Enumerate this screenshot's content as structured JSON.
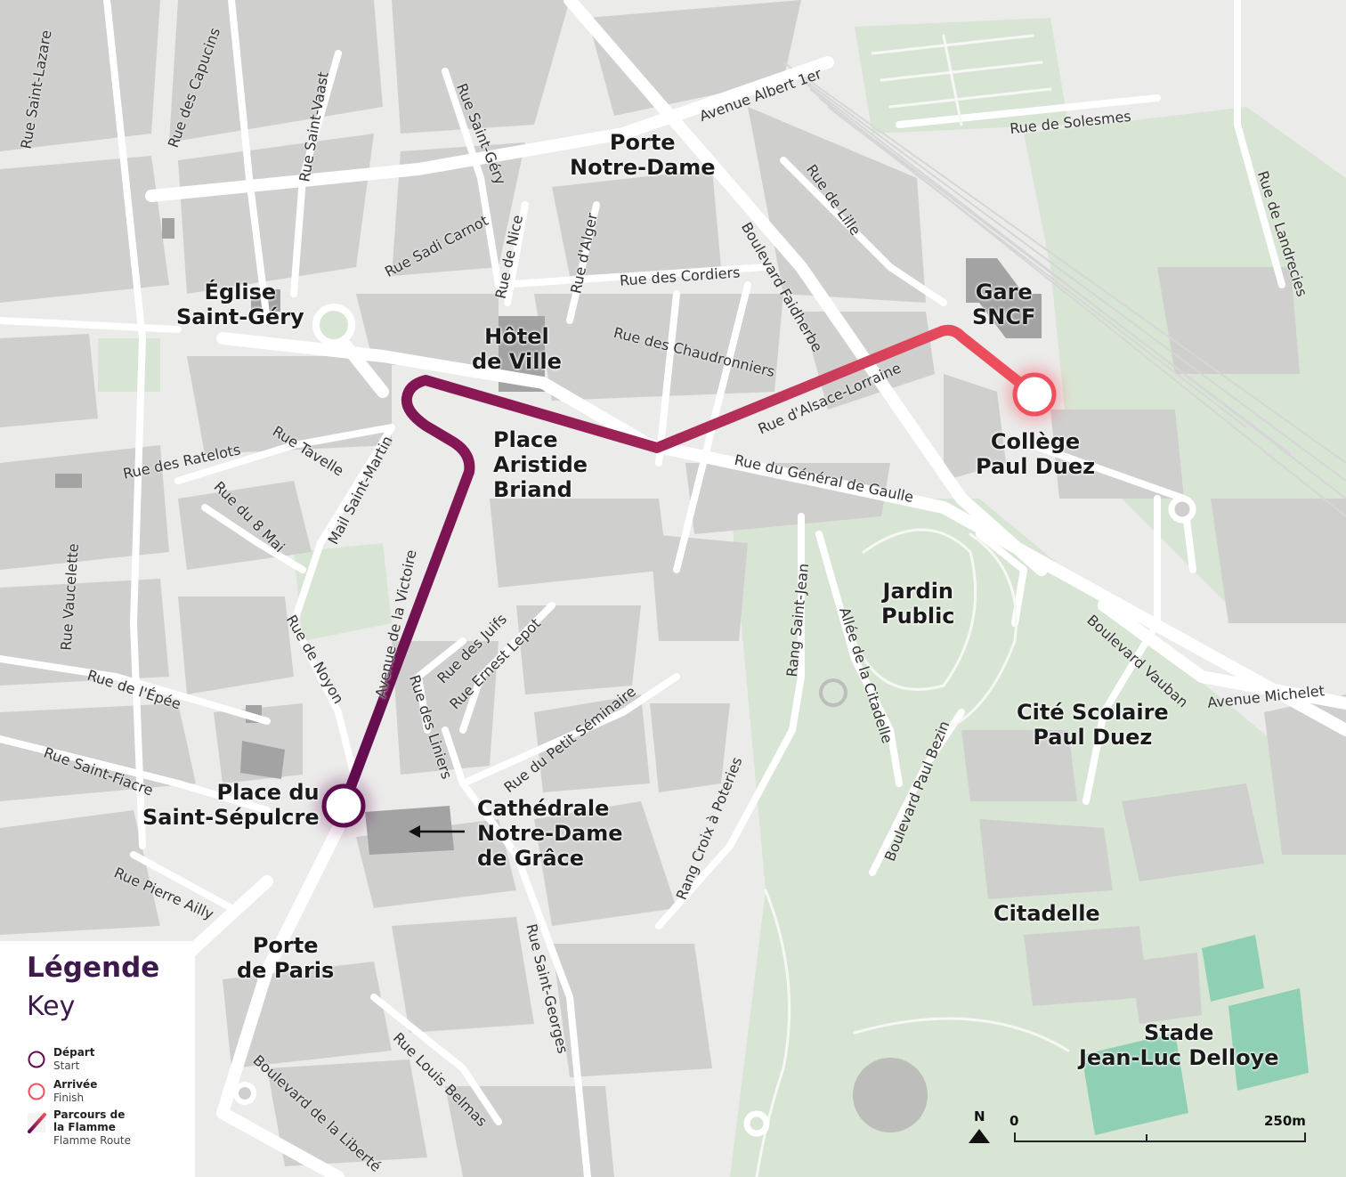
{
  "map": {
    "places": {
      "porte_notre_dame": [
        "Porte",
        "Notre-Dame"
      ],
      "eglise_saint_gery": [
        "Église",
        "Saint-Géry"
      ],
      "hotel_de_ville": [
        "Hôtel",
        "de Ville"
      ],
      "gare_sncf": [
        "Gare",
        "SNCF"
      ],
      "college_paul_duez": [
        "Collège",
        "Paul Duez"
      ],
      "place_aristide_briand": [
        "Place",
        "Aristide",
        "Briand"
      ],
      "jardin_public": [
        "Jardin",
        "Public"
      ],
      "cite_scolaire": [
        "Cité Scolaire",
        "Paul Duez"
      ],
      "place_saint_sepulcre": [
        "Place du",
        "Saint-Sépulcre"
      ],
      "cathedrale": [
        "Cathédrale",
        "Notre-Dame",
        "de Grâce"
      ],
      "citadelle": [
        "Citadelle"
      ],
      "porte_de_paris": [
        "Porte",
        "de Paris"
      ],
      "stade": [
        "Stade",
        "Jean-Luc Delloye"
      ]
    },
    "streets": {
      "rue_saint_lazare": "Rue Saint-Lazare",
      "rue_des_capucins": "Rue des Capucins",
      "rue_saint_vaast": "Rue Saint-Vaast",
      "rue_saint_gery": "Rue Saint-Géry",
      "avenue_albert_1er": "Avenue Albert 1er",
      "rue_de_solesmes": "Rue de Solesmes",
      "rue_de_landrecies": "Rue de Landrecies",
      "rue_sadi_carnot": "Rue Sadi Carnot",
      "rue_de_nice": "Rue de Nice",
      "rue_d_alger": "Rue d'Alger",
      "rue_des_cordiers": "Rue des Cordiers",
      "rue_de_lille": "Rue de Lille",
      "boulevard_faidherbe": "Boulevard Faidherbe",
      "rue_des_chaudronniers": "Rue des Chaudronniers",
      "rue_d_alsace_lorraine": "Rue d'Alsace-Lorraine",
      "rue_du_general_de_gaulle": "Rue du Général de Gaulle",
      "rue_tavelle": "Rue Tavelle",
      "rue_des_ratelots": "Rue des Ratelots",
      "rue_du_8_mai": "Rue du 8 Mai",
      "mail_saint_martin": "Mail Saint-Martin",
      "avenue_de_la_victoire": "Avenue de la Victoire",
      "rue_vaucelette": "Rue Vaucelette",
      "rue_de_noyon": "Rue de Noyon",
      "rue_de_l_epee": "Rue de l'Épée",
      "rue_des_juifs": "Rue des Juifs",
      "rue_ernest_lepot": "Rue Ernest Lepot",
      "rue_des_liniers": "Rue des Liniers",
      "rue_du_petit_seminaire": "Rue du Petit Séminaire",
      "rang_saint_jean": "Rang Saint-Jean",
      "allee_de_la_citadelle": "Allée de la Citadelle",
      "boulevard_vauban": "Boulevard Vauban",
      "avenue_michelet": "Avenue Michelet",
      "rue_saint_fiacre": "Rue Saint-Fiacre",
      "rang_croix_a_poteries": "Rang Croix à Poteries",
      "boulevard_paul_bezin": "Boulevard Paul Bezin",
      "rue_pierre_ailly": "Rue Pierre Ailly",
      "rue_saint_georges": "Rue Saint-Georges",
      "rue_louis_belmas": "Rue Louis Belmas",
      "boulevard_de_la_liberte": "Boulevard de la Liberté"
    },
    "route": {
      "start_color": "#5e0b4f",
      "end_color": "#f0505d"
    },
    "colors": {
      "background": "#ebebea",
      "block": "#cfcfce",
      "building": "#a3a3a3",
      "park": "#d9e5d4",
      "sports": "#8fcfb3",
      "road": "#ffffff"
    },
    "compass": {
      "label": "N"
    },
    "scale": {
      "zero": "0",
      "max": "250m"
    }
  },
  "legend": {
    "title": "Légende",
    "subtitle": "Key",
    "items": {
      "start": {
        "fr": "Départ",
        "en": "Start"
      },
      "finish": {
        "fr": "Arrivée",
        "en": "Finish"
      },
      "route": {
        "fr": [
          "Parcours de",
          "la Flamme"
        ],
        "en": "Flamme Route"
      }
    }
  }
}
